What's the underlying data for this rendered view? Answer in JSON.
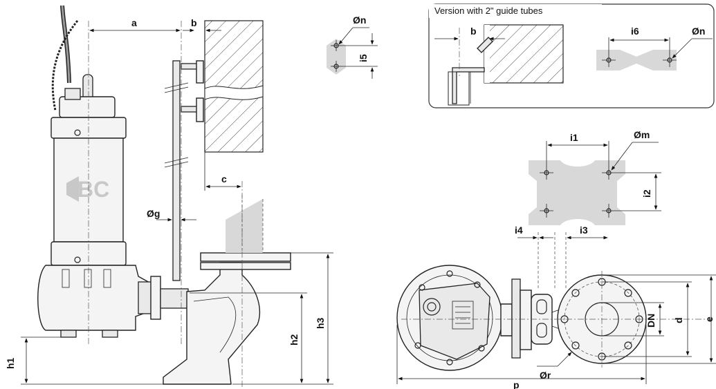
{
  "inset": {
    "caption": "Version with 2\" guide tubes",
    "labels": {
      "b": "b",
      "i6": "i6",
      "on": "Øn"
    }
  },
  "dims": {
    "a": "a",
    "b": "b",
    "c": "c",
    "og": "Øg",
    "on": "Øn",
    "i5": "i5",
    "h1": "h1",
    "h2": "h2",
    "h3": "h3",
    "i1": "i1",
    "om": "Øm",
    "i2": "i2",
    "i3": "i3",
    "i4": "i4",
    "dn": "DN",
    "d": "d",
    "e": "e",
    "or": "Ør",
    "p": "p"
  },
  "logo": {
    "text": "BC"
  },
  "colors": {
    "template_grey": "#d8d8d8",
    "pump_fill": "#f4f4f4",
    "line": "#222222"
  }
}
